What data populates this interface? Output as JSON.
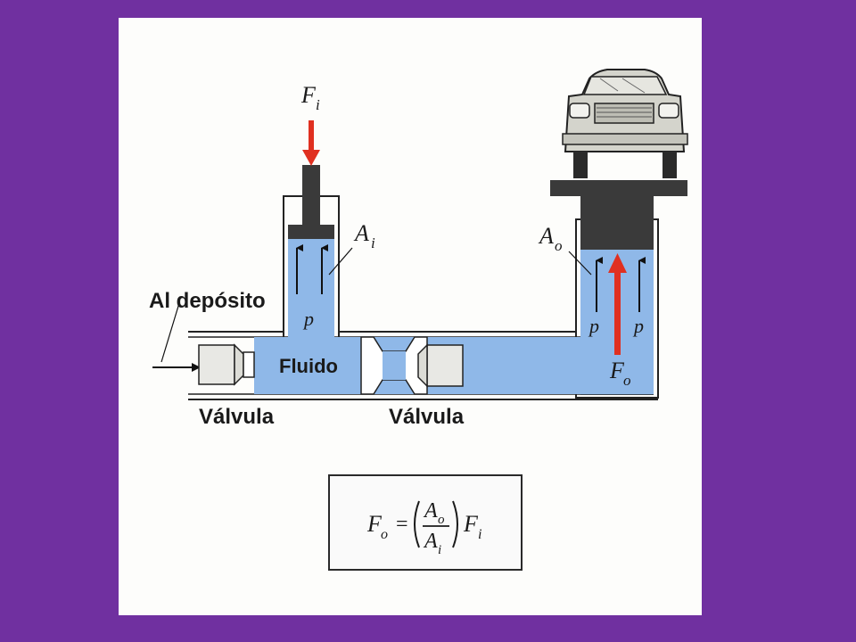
{
  "labels": {
    "reservoir": "Al depósito",
    "valve_left": "Válvula",
    "valve_right": "Válvula",
    "fluid": "Fluido",
    "pressure": "p",
    "input_force": "F",
    "input_force_sub": "i",
    "input_area": "A",
    "input_area_sub": "i",
    "output_area": "A",
    "output_area_sub": "o",
    "output_force": "F",
    "output_force_sub": "o"
  },
  "formula": {
    "lhs": "F",
    "lhs_sub": "o",
    "equals": "=",
    "num": "A",
    "num_sub": "o",
    "den": "A",
    "den_sub": "i",
    "rhs": "F",
    "rhs_sub": "i"
  },
  "colors": {
    "background": "#7030a0",
    "panel": "#fdfdfb",
    "fluid": "#8fb8e8",
    "piston": "#3a3a3a",
    "force_arrow": "#e03020"
  }
}
